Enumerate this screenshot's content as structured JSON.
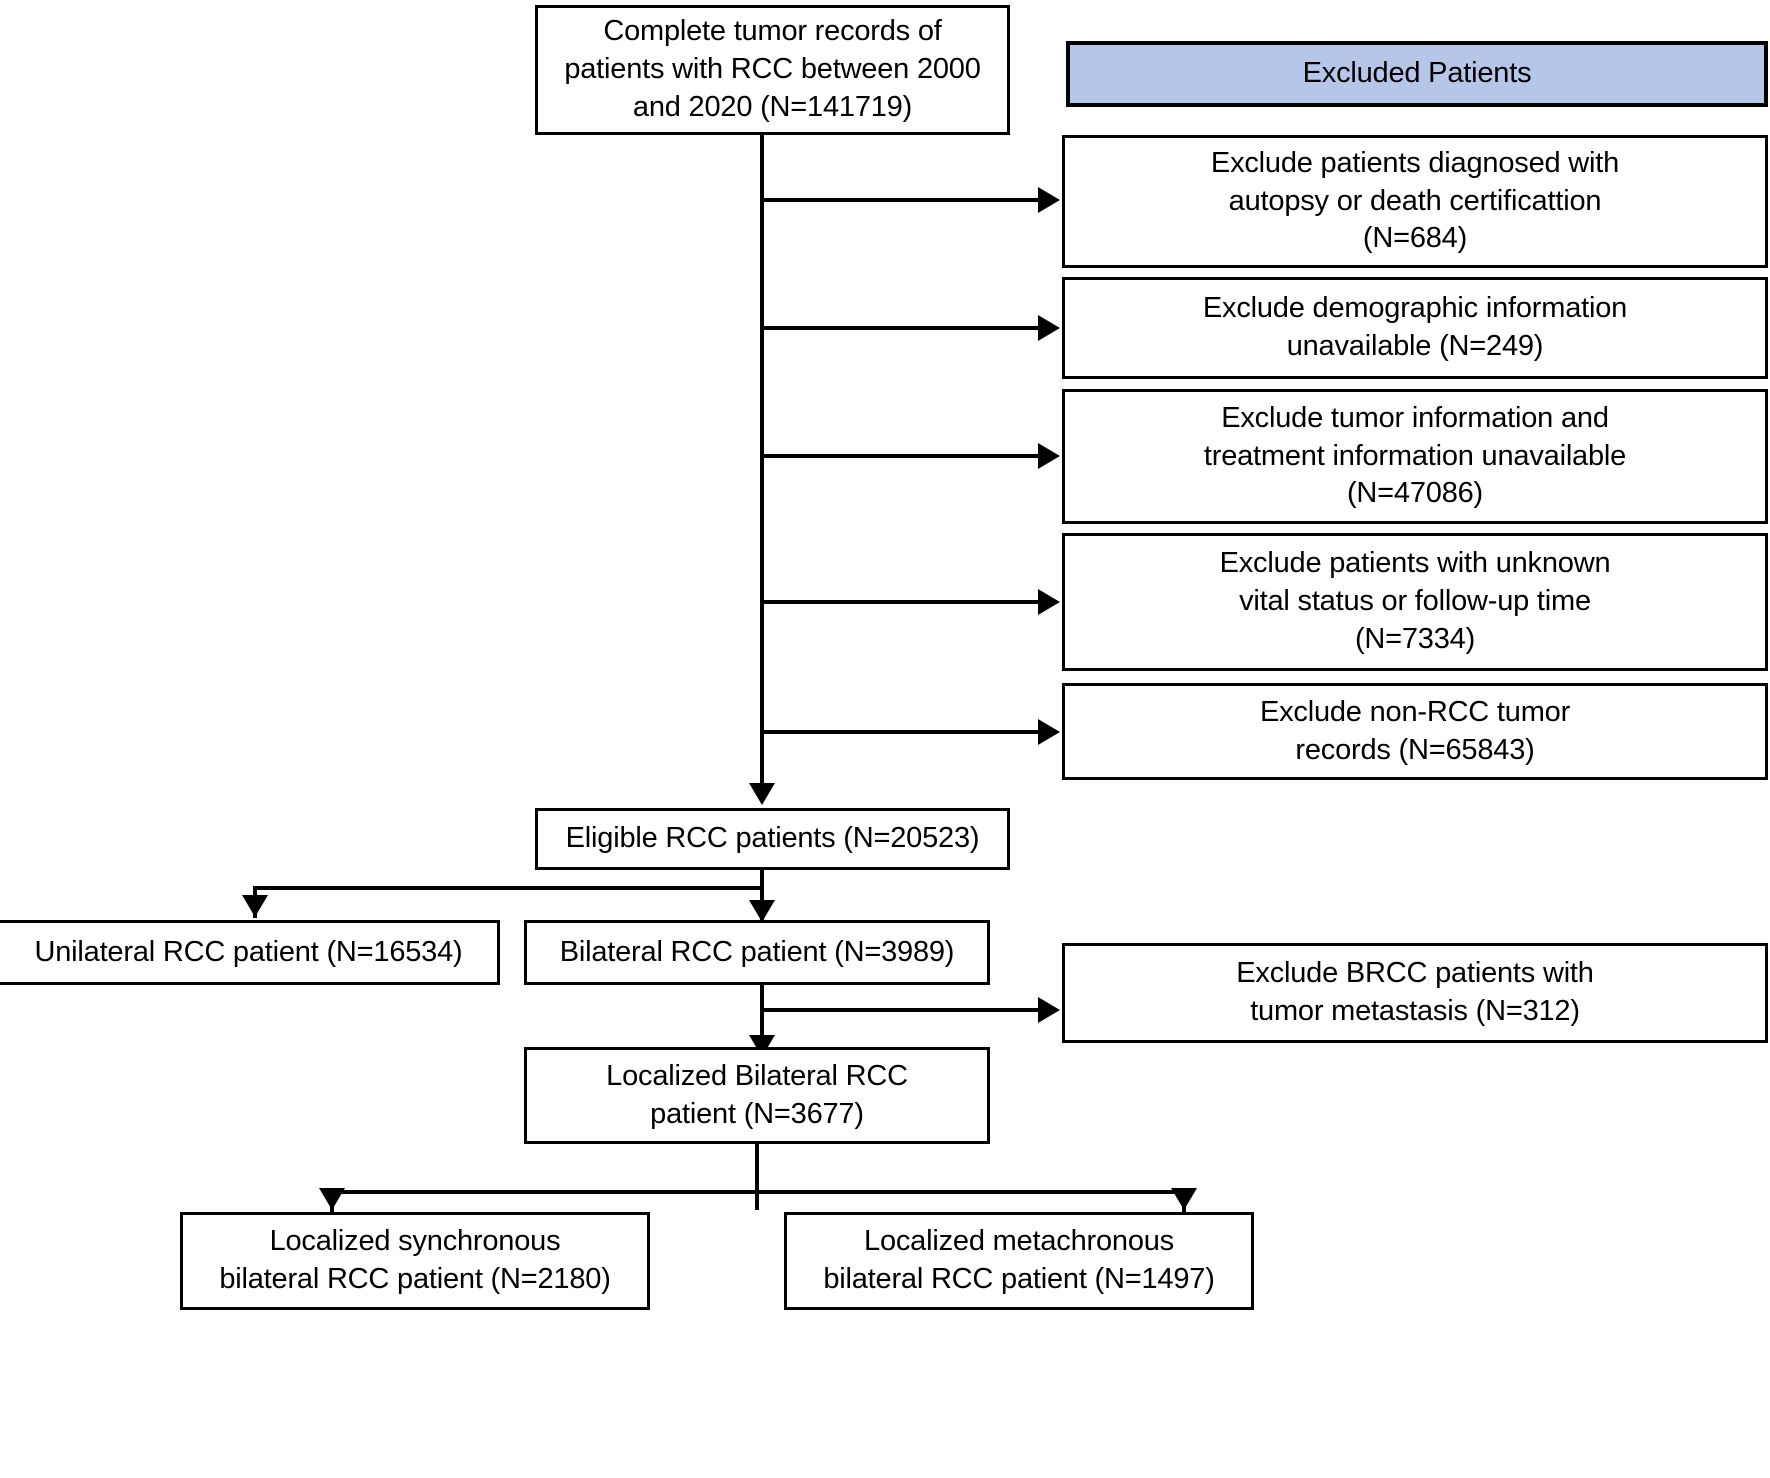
{
  "figure": {
    "type": "flowchart",
    "title": "Patient selection flow diagram for bilateral RCC cohort"
  },
  "nodes": {
    "source": {
      "label": "Complete tumor records of\npatients with RCC between 2000\nand 2020 (N=141719)",
      "n": 141719
    },
    "excluded_header": {
      "label": "Excluded Patients",
      "fill": "#b6c6e8"
    },
    "eligible": {
      "label": "Eligible RCC patients (N=20523)",
      "n": 20523
    },
    "unilateral": {
      "label": "Unilateral RCC patient (N=16534)",
      "n": 16534
    },
    "bilateral": {
      "label": "Bilateral RCC patient (N=3989)",
      "n": 3989
    },
    "localized_bilateral": {
      "label": "Localized Bilateral RCC\npatient (N=3677)",
      "n": 3677
    },
    "synchronous": {
      "label": "Localized synchronous\nbilateral RCC patient (N=2180)",
      "n": 2180
    },
    "metachronous": {
      "label": "Localized metachronous\nbilateral RCC patient (N=1497)",
      "n": 1497
    }
  },
  "exclusions": [
    {
      "label": "Exclude patients diagnosed with\nautopsy or death certificattion\n(N=684)",
      "n": 684
    },
    {
      "label": "Exclude demographic information\nunavailable (N=249)",
      "n": 249
    },
    {
      "label": "Exclude tumor information and\ntreatment information unavailable\n(N=47086)",
      "n": 47086
    },
    {
      "label": "Exclude  patients with unknown\nvital status or follow-up time\n(N=7334)",
      "n": 7334
    },
    {
      "label": "Exclude  non-RCC tumor\nrecords (N=65843)",
      "n": 65843
    }
  ],
  "exclusion_brcc": {
    "label": "Exclude BRCC patients with\ntumor metastasis (N=312)",
    "n": 312
  },
  "colors": {
    "stroke": "#000000",
    "background": "#ffffff",
    "header_fill": "#b6c6e8",
    "text": "#000000"
  }
}
